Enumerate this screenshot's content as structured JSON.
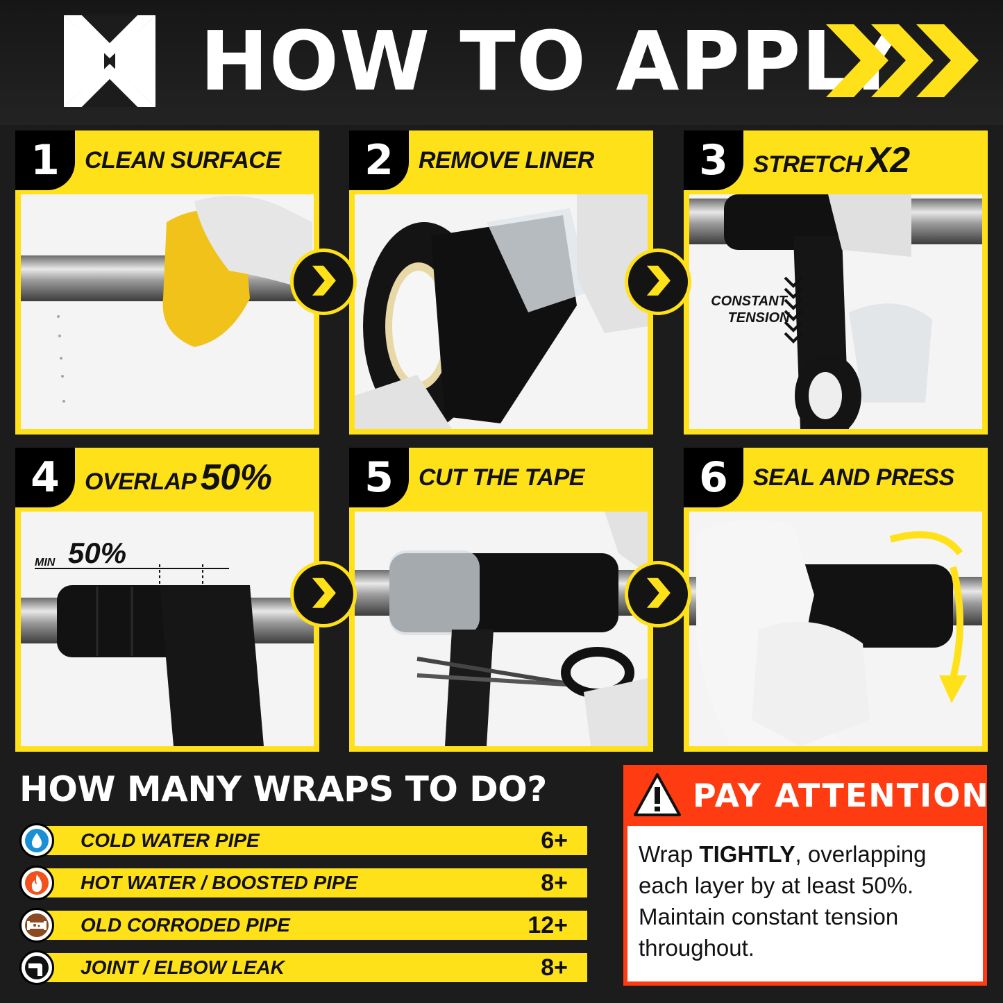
{
  "header": {
    "title": "HOW TO APPLY",
    "logo_icon": "bowtie-logo-icon",
    "chevrons_icon": "triple-chevron-icon"
  },
  "steps": [
    {
      "number": "1",
      "label": "CLEAN SURFACE",
      "label_big": ""
    },
    {
      "number": "2",
      "label": "REMOVE LINER",
      "label_big": ""
    },
    {
      "number": "3",
      "label": "STRETCH",
      "label_big": "X2",
      "photo_note": "CONSTANT TENSION",
      "photo_note_line1": "CONSTANT",
      "photo_note_line2": "TENSION"
    },
    {
      "number": "4",
      "label": "OVERLAP",
      "label_big": "50%",
      "photo_note_small": "MIN",
      "photo_note_big": "50%"
    },
    {
      "number": "5",
      "label": "CUT THE TAPE",
      "label_big": ""
    },
    {
      "number": "6",
      "label": "SEAL AND PRESS",
      "label_big": ""
    }
  ],
  "wraps": {
    "title": "HOW MANY WRAPS TO DO?",
    "rows": [
      {
        "label": "COLD WATER PIPE",
        "count": "6+",
        "icon": "water-drop-icon",
        "color": "#1a8fd6"
      },
      {
        "label": "HOT WATER / BOOSTED PIPE",
        "count": "8+",
        "icon": "flame-icon",
        "color": "#f0521e"
      },
      {
        "label": "OLD CORRODED PIPE",
        "count": "12+",
        "icon": "corroded-pipe-icon",
        "color": "#8b4a22"
      },
      {
        "label": "JOINT / ELBOW LEAK",
        "count": "8+",
        "icon": "elbow-pipe-icon",
        "color": "#111111"
      }
    ]
  },
  "attention": {
    "title": "PAY ATTENTION",
    "icon": "warning-icon",
    "text_pre": "Wrap ",
    "text_bold": "TIGHTLY",
    "text_post": ", overlapping each layer by at least 50%. Maintain constant tension throughout."
  },
  "colors": {
    "accent": "#ffe11a",
    "background": "#1c1c1c",
    "attention": "#ff3b12"
  }
}
